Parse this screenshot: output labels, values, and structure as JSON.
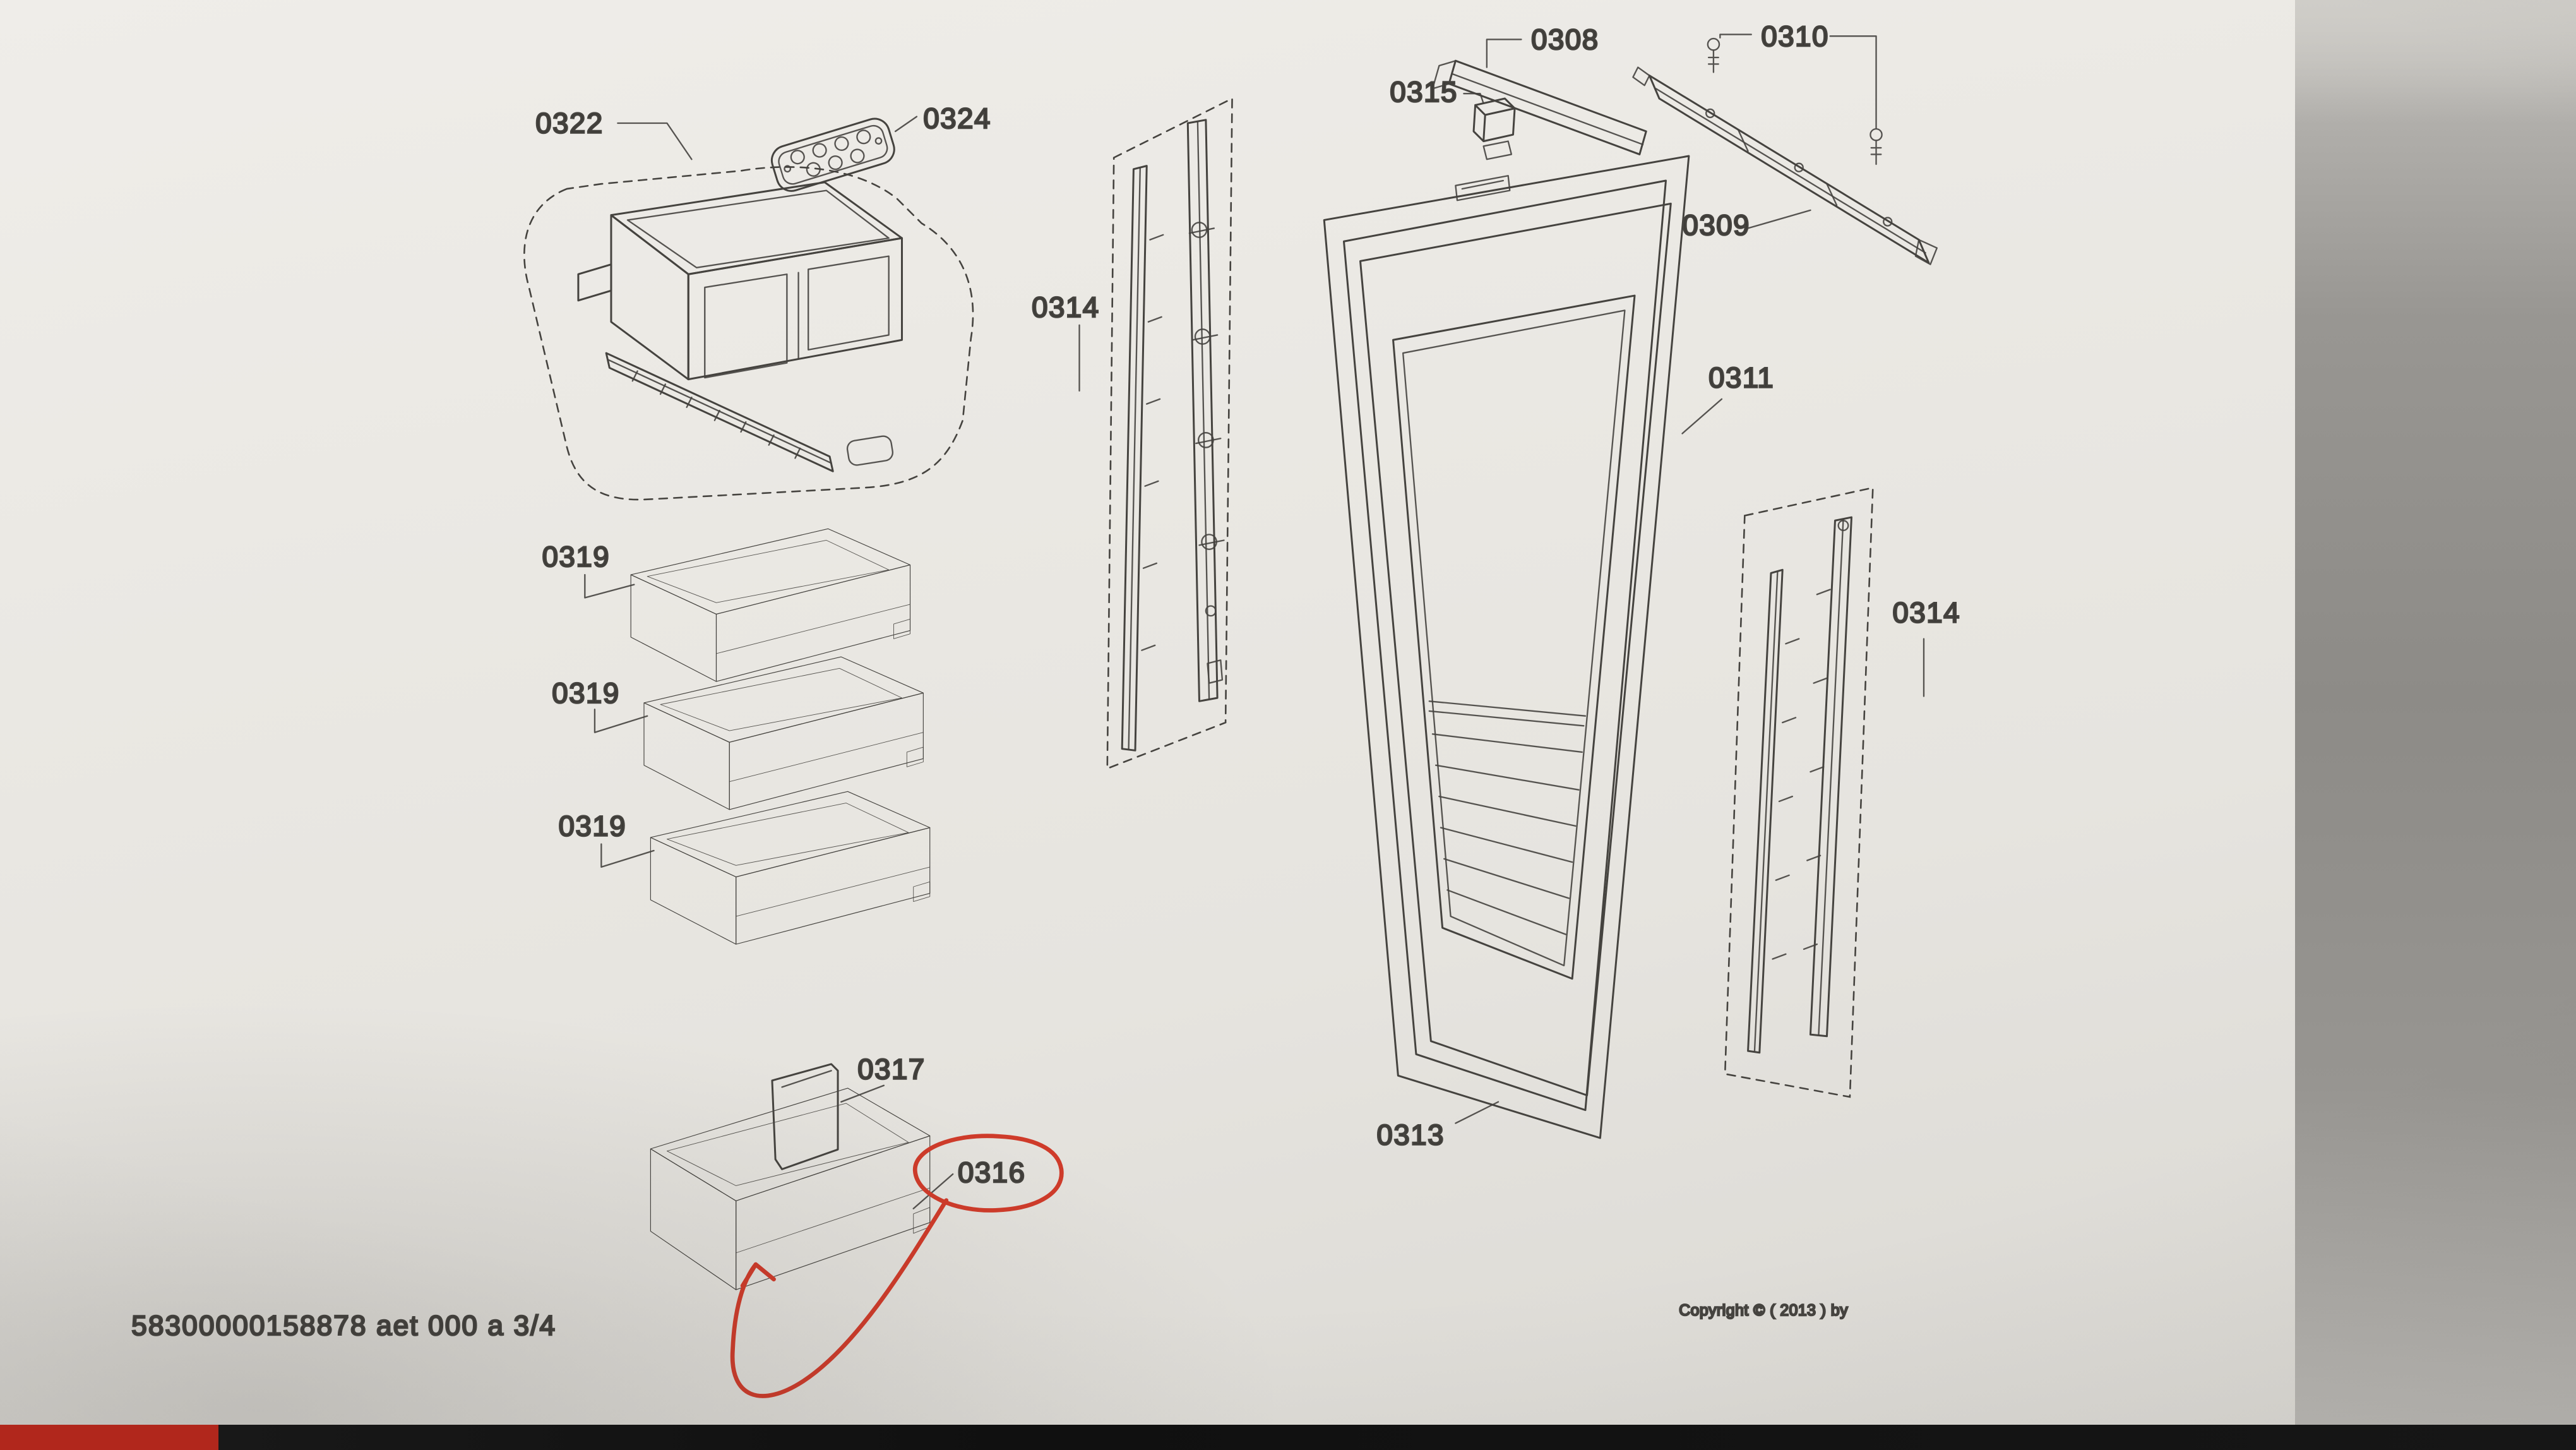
{
  "footer": {
    "doc_number": "58300000158878 aet 000 a 3/4",
    "copyright": "Copyright © ( 2013 ) by"
  },
  "labels": {
    "p0308": "0308",
    "p0309": "0309",
    "p0310": "0310",
    "p0311": "0311",
    "p0313": "0313",
    "p0314_left": "0314",
    "p0314_right": "0314",
    "p0315": "0315",
    "p0316": "0316",
    "p0317": "0317",
    "p0319_top": "0319",
    "p0319_middle": "0319",
    "p0319_bottom": "0319",
    "p0322": "0322",
    "p0324": "0324"
  },
  "colors": {
    "line": "#45433f",
    "annotation_red": "#cf3b2a",
    "paper": "#e9e7e2",
    "taskbar": "#161616",
    "taskbar_accent_red": "#b1271c",
    "side_band_gray": "#8d8b87"
  }
}
